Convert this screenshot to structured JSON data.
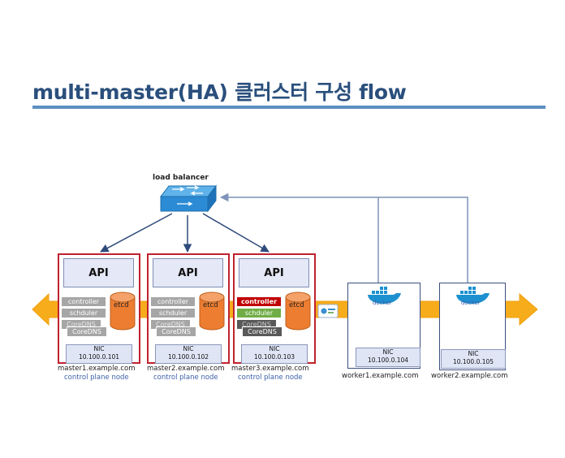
{
  "title": "multi-master(HA) 클러스터 구성 flow",
  "load_balancer": {
    "label": "load balancer"
  },
  "masters": [
    {
      "api": "API",
      "controller": "controller",
      "scheduler": "schduler",
      "dns_back": "CoreDNS",
      "dns_front": "CoreDNS",
      "etcd": "etcd",
      "nic_title": "NIC",
      "nic_ip": "10.100.0.101",
      "hostname": "master1.example.com",
      "role": "control plane node"
    },
    {
      "api": "API",
      "controller": "controller",
      "scheduler": "schduler",
      "dns_back": "CoreDNS",
      "dns_front": "CoreDNS",
      "etcd": "etcd",
      "nic_title": "NIC",
      "nic_ip": "10.100.0.102",
      "hostname": "master2.example.com",
      "role": "control plane node"
    },
    {
      "api": "API",
      "controller": "controller",
      "scheduler": "schduler",
      "dns_back": "CoreDNS",
      "dns_front": "CoreDNS",
      "etcd": "etcd",
      "nic_title": "NIC",
      "nic_ip": "10.100.0.103",
      "hostname": "master3.example.com",
      "role": "control plane node"
    }
  ],
  "workers": [
    {
      "engine": "docker",
      "nic_title": "NIC",
      "nic_ip": "10.100.0.104",
      "hostname": "worker1.example.com"
    },
    {
      "engine": "docker",
      "nic_title": "NIC",
      "nic_ip": "10.100.0.105",
      "hostname": "worker2.example.com"
    }
  ],
  "colors": {
    "title": "#2a4f7c",
    "rule": "#5d8fc2",
    "bus": "#f7ac1c",
    "master_border": "#c0222f",
    "etcd": "#ec7d31",
    "component_gray": "#a6a6a6",
    "active_controller": "#c00000",
    "active_scheduler": "#70ad47",
    "active_dns": "#595959",
    "switch": "#2b8bd4",
    "connector": "#2e4a7a",
    "docker": "#1d91d0"
  }
}
